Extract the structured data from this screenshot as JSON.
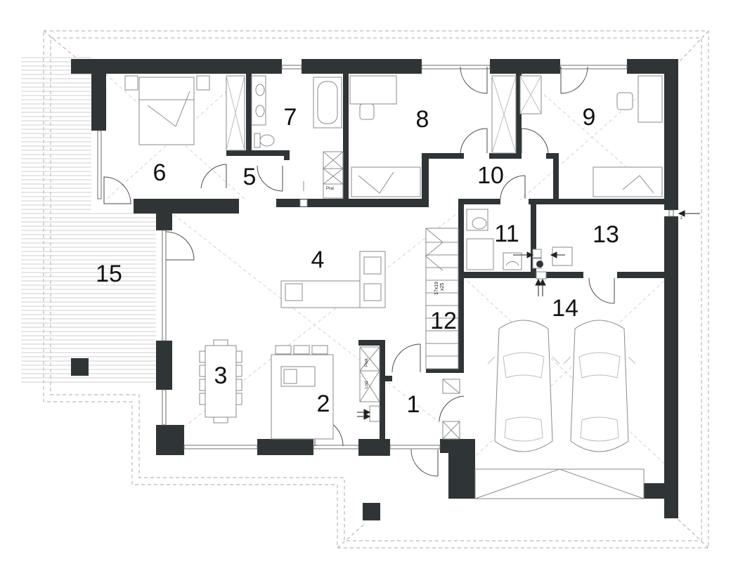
{
  "rooms": [
    {
      "id": "r1",
      "label": "1"
    },
    {
      "id": "r2",
      "label": "2"
    },
    {
      "id": "r3",
      "label": "3"
    },
    {
      "id": "r4",
      "label": "4"
    },
    {
      "id": "r5",
      "label": "5"
    },
    {
      "id": "r6",
      "label": "6"
    },
    {
      "id": "r7",
      "label": "7"
    },
    {
      "id": "r8",
      "label": "8"
    },
    {
      "id": "r9",
      "label": "9"
    },
    {
      "id": "r10",
      "label": "10"
    },
    {
      "id": "r11",
      "label": "11"
    },
    {
      "id": "r12",
      "label": "12"
    },
    {
      "id": "r13",
      "label": "13"
    },
    {
      "id": "r14",
      "label": "14"
    },
    {
      "id": "r15",
      "label": "15"
    }
  ],
  "annotations": {
    "stairs_dims": "17x19",
    "stairs_tread": "x25",
    "fridge": "Lod.",
    "oven": "Piek.",
    "laundry": "Pral.",
    "vent_marker": "z"
  },
  "colors": {
    "wall": "#2f3536",
    "roof_outline": "#b9b9b9",
    "furniture": "#8a8a8a"
  }
}
